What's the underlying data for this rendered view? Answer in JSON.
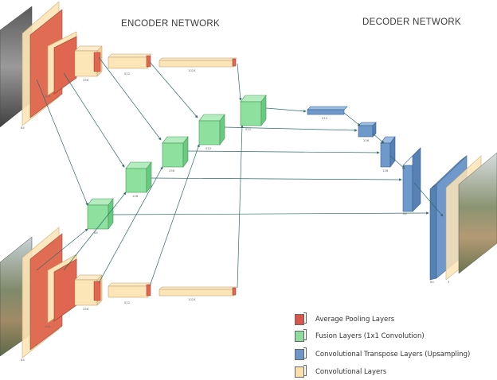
{
  "titles": {
    "encoder": "ENCODER NETWORK",
    "decoder": "DECODER NETWORK"
  },
  "legend": [
    {
      "label": "Average Pooling Layers",
      "color": "#d9574a"
    },
    {
      "label": "Fusion Layers (1x1 Convolution)",
      "color": "#8edc9c"
    },
    {
      "label": "Convolutional Transpose Layers (Upsampling)",
      "color": "#6d97c8"
    },
    {
      "label": "Convolutional Layers",
      "color": "#fbe0ad"
    }
  ],
  "colors": {
    "pool": "#e0664f",
    "fusion": "#8ee09e",
    "deconv": "#6f99cb",
    "conv": "#fce5b7",
    "arrow": "#2f6b6b"
  },
  "dims": {
    "input_top": "64",
    "conv1_top": "128",
    "conv2_top": "256",
    "pool_top": "512",
    "fc_top": "1024",
    "input_bottom": "64",
    "conv1_bottom": "128",
    "conv2_bottom": "256",
    "pool_bottom": "512",
    "fc_bottom": "1024",
    "fusion1": "64",
    "fusion2": "128",
    "fusion3": "256",
    "fusion4": "512",
    "fusion5": "512",
    "dec1": "512",
    "dec2": "256",
    "dec3": "128",
    "dec4": "64",
    "dec5": "64",
    "out": "3"
  }
}
